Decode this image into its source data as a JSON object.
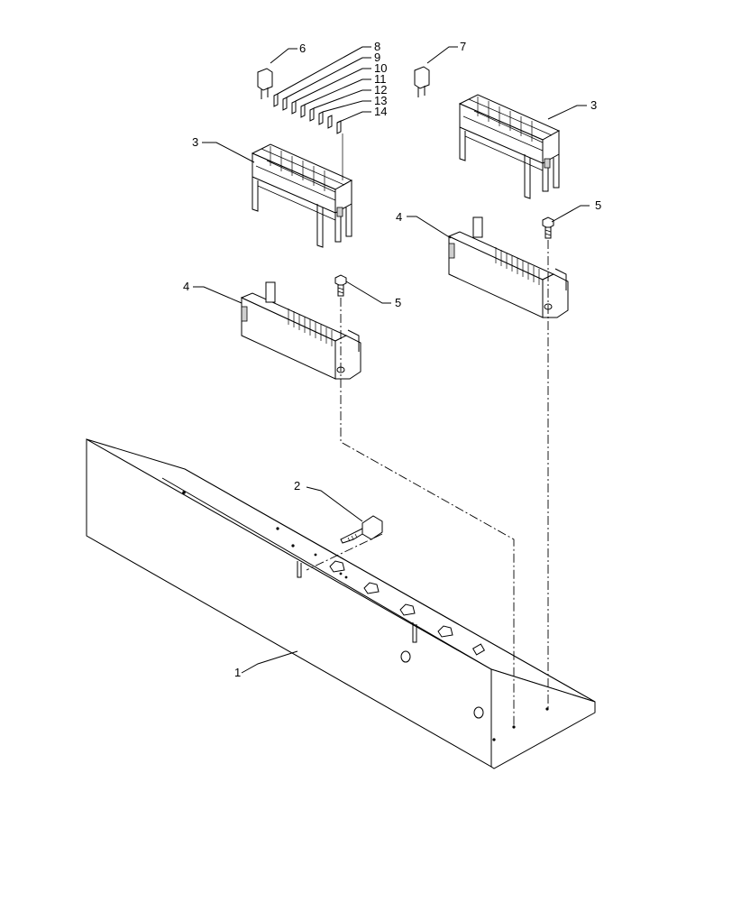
{
  "callouts": {
    "c1": "1",
    "c2": "2",
    "c3a": "3",
    "c3b": "3",
    "c4a": "4",
    "c4b": "4",
    "c5a": "5",
    "c5b": "5",
    "c6": "6",
    "c7": "7",
    "c8": "8",
    "c9": "9",
    "c10": "10",
    "c11": "11",
    "c12": "12",
    "c13": "13",
    "c14": "14"
  }
}
